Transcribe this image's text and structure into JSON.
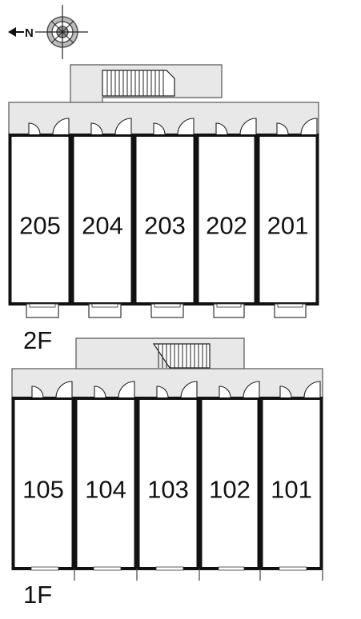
{
  "compass": {
    "north_label": "N",
    "icon": "compass-rose-icon",
    "pointing": "left"
  },
  "floors": [
    {
      "label": "2F",
      "rooms": [
        "205",
        "204",
        "203",
        "202",
        "201"
      ],
      "stair_icon": "staircase-icon"
    },
    {
      "label": "1F",
      "rooms": [
        "105",
        "104",
        "103",
        "102",
        "101"
      ],
      "stair_icon": "staircase-icon"
    }
  ],
  "colors": {
    "wall": "#111111",
    "corridor": "#e8e8e8",
    "outline": "#555555",
    "background": "#ffffff"
  }
}
